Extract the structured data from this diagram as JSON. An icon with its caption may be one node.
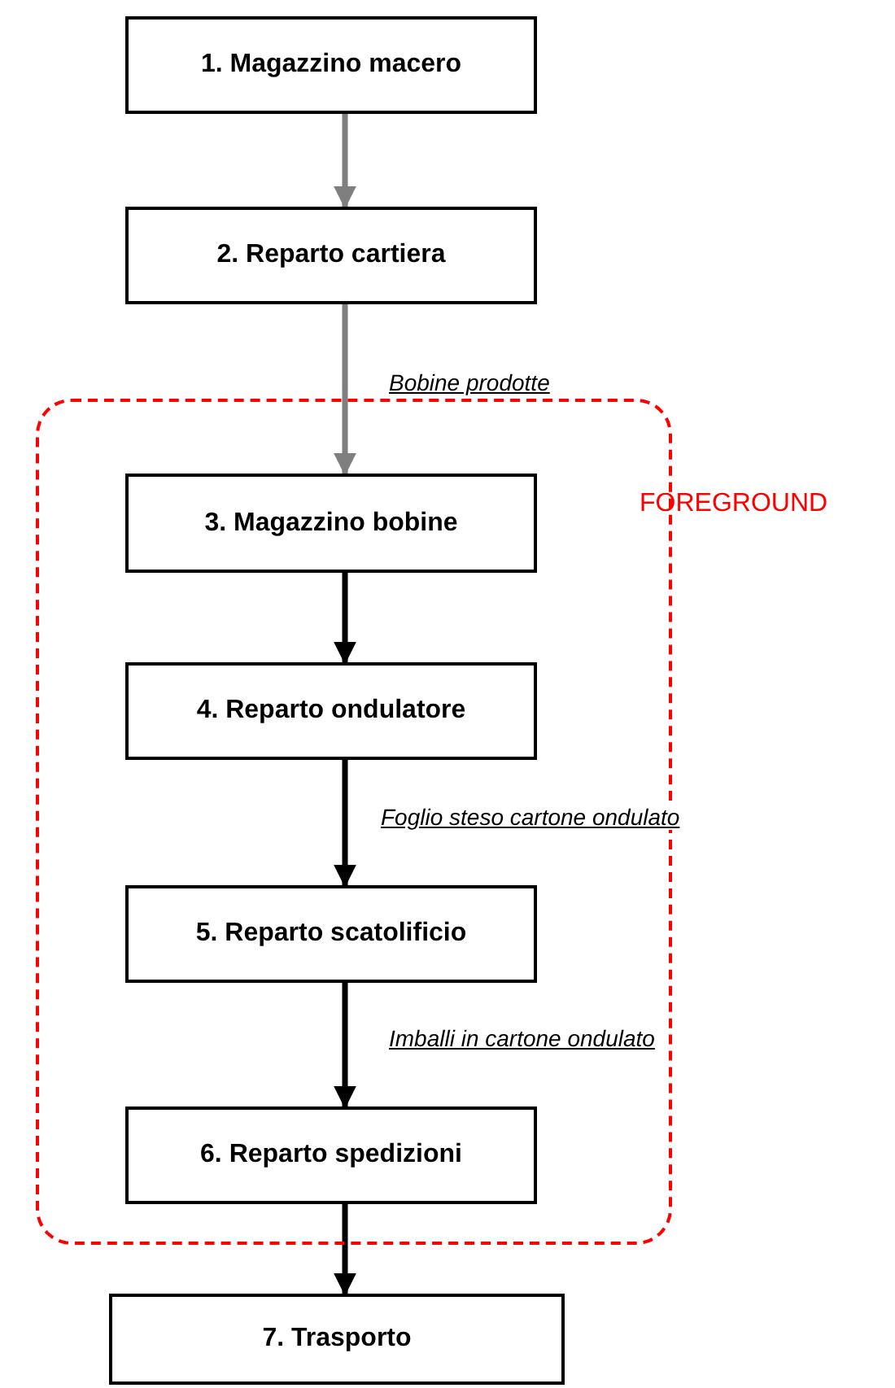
{
  "diagram": {
    "nodes": [
      {
        "text": [
          "1. Magazzino macero"
        ]
      },
      {
        "text": [
          "2. Reparto cartiera"
        ]
      },
      {
        "text": [
          "FOREGROUND"
        ]
      },
      {
        "text": [
          "3. Magazzino bobine"
        ],
        "in": 2
      },
      {
        "text": [
          "4. Reparto ondulatore"
        ],
        "in": 2
      },
      {
        "text": [
          "5. Reparto scatolificio"
        ],
        "in": 2
      },
      {
        "text": [
          "6. Reparto spedizioni"
        ],
        "in": 2
      },
      {
        "text": [
          "7. Trasporto"
        ]
      }
    ],
    "edges": [
      {
        "from": 0,
        "to": 1,
        "arrow": "to",
        "color": "#7f7f7f"
      },
      {
        "from": 1,
        "to": 3,
        "arrow": "to",
        "color": "#7f7f7f",
        "label": "Bobine prodotte"
      },
      {
        "from": 3,
        "to": 4,
        "arrow": "to"
      },
      {
        "from": 4,
        "to": 5,
        "arrow": "to",
        "label": "Foglio steso cartone ondulato"
      },
      {
        "from": 5,
        "to": 6,
        "arrow": "to",
        "label": "Imballi in cartone ondulato"
      },
      {
        "from": 6,
        "to": 7,
        "arrow": "to"
      }
    ]
  }
}
